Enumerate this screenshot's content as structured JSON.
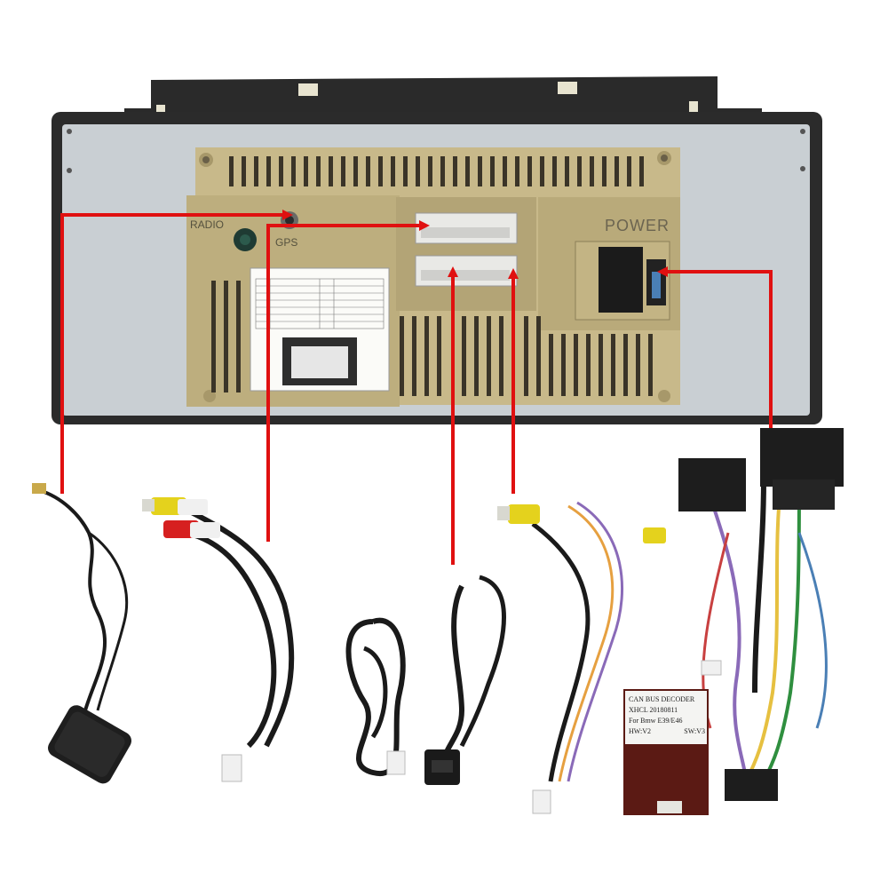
{
  "head_unit": {
    "radio_label": "RADIO",
    "gps_label": "GPS",
    "power_label": "POWER"
  },
  "canbus_decoder": {
    "line1": "CAN BUS DECODER",
    "line2": "XHCL 20180811",
    "line3": "For Bmw E39/E46",
    "hw": "HW:V2",
    "sw": "SW:V3"
  },
  "colors": {
    "pointer_line": "#e01010",
    "chassis_gold": "#c8b98a",
    "frame_black": "#2b2b2b",
    "panel_grey": "#c9cfd3",
    "cable_black": "#1a1a1a"
  }
}
